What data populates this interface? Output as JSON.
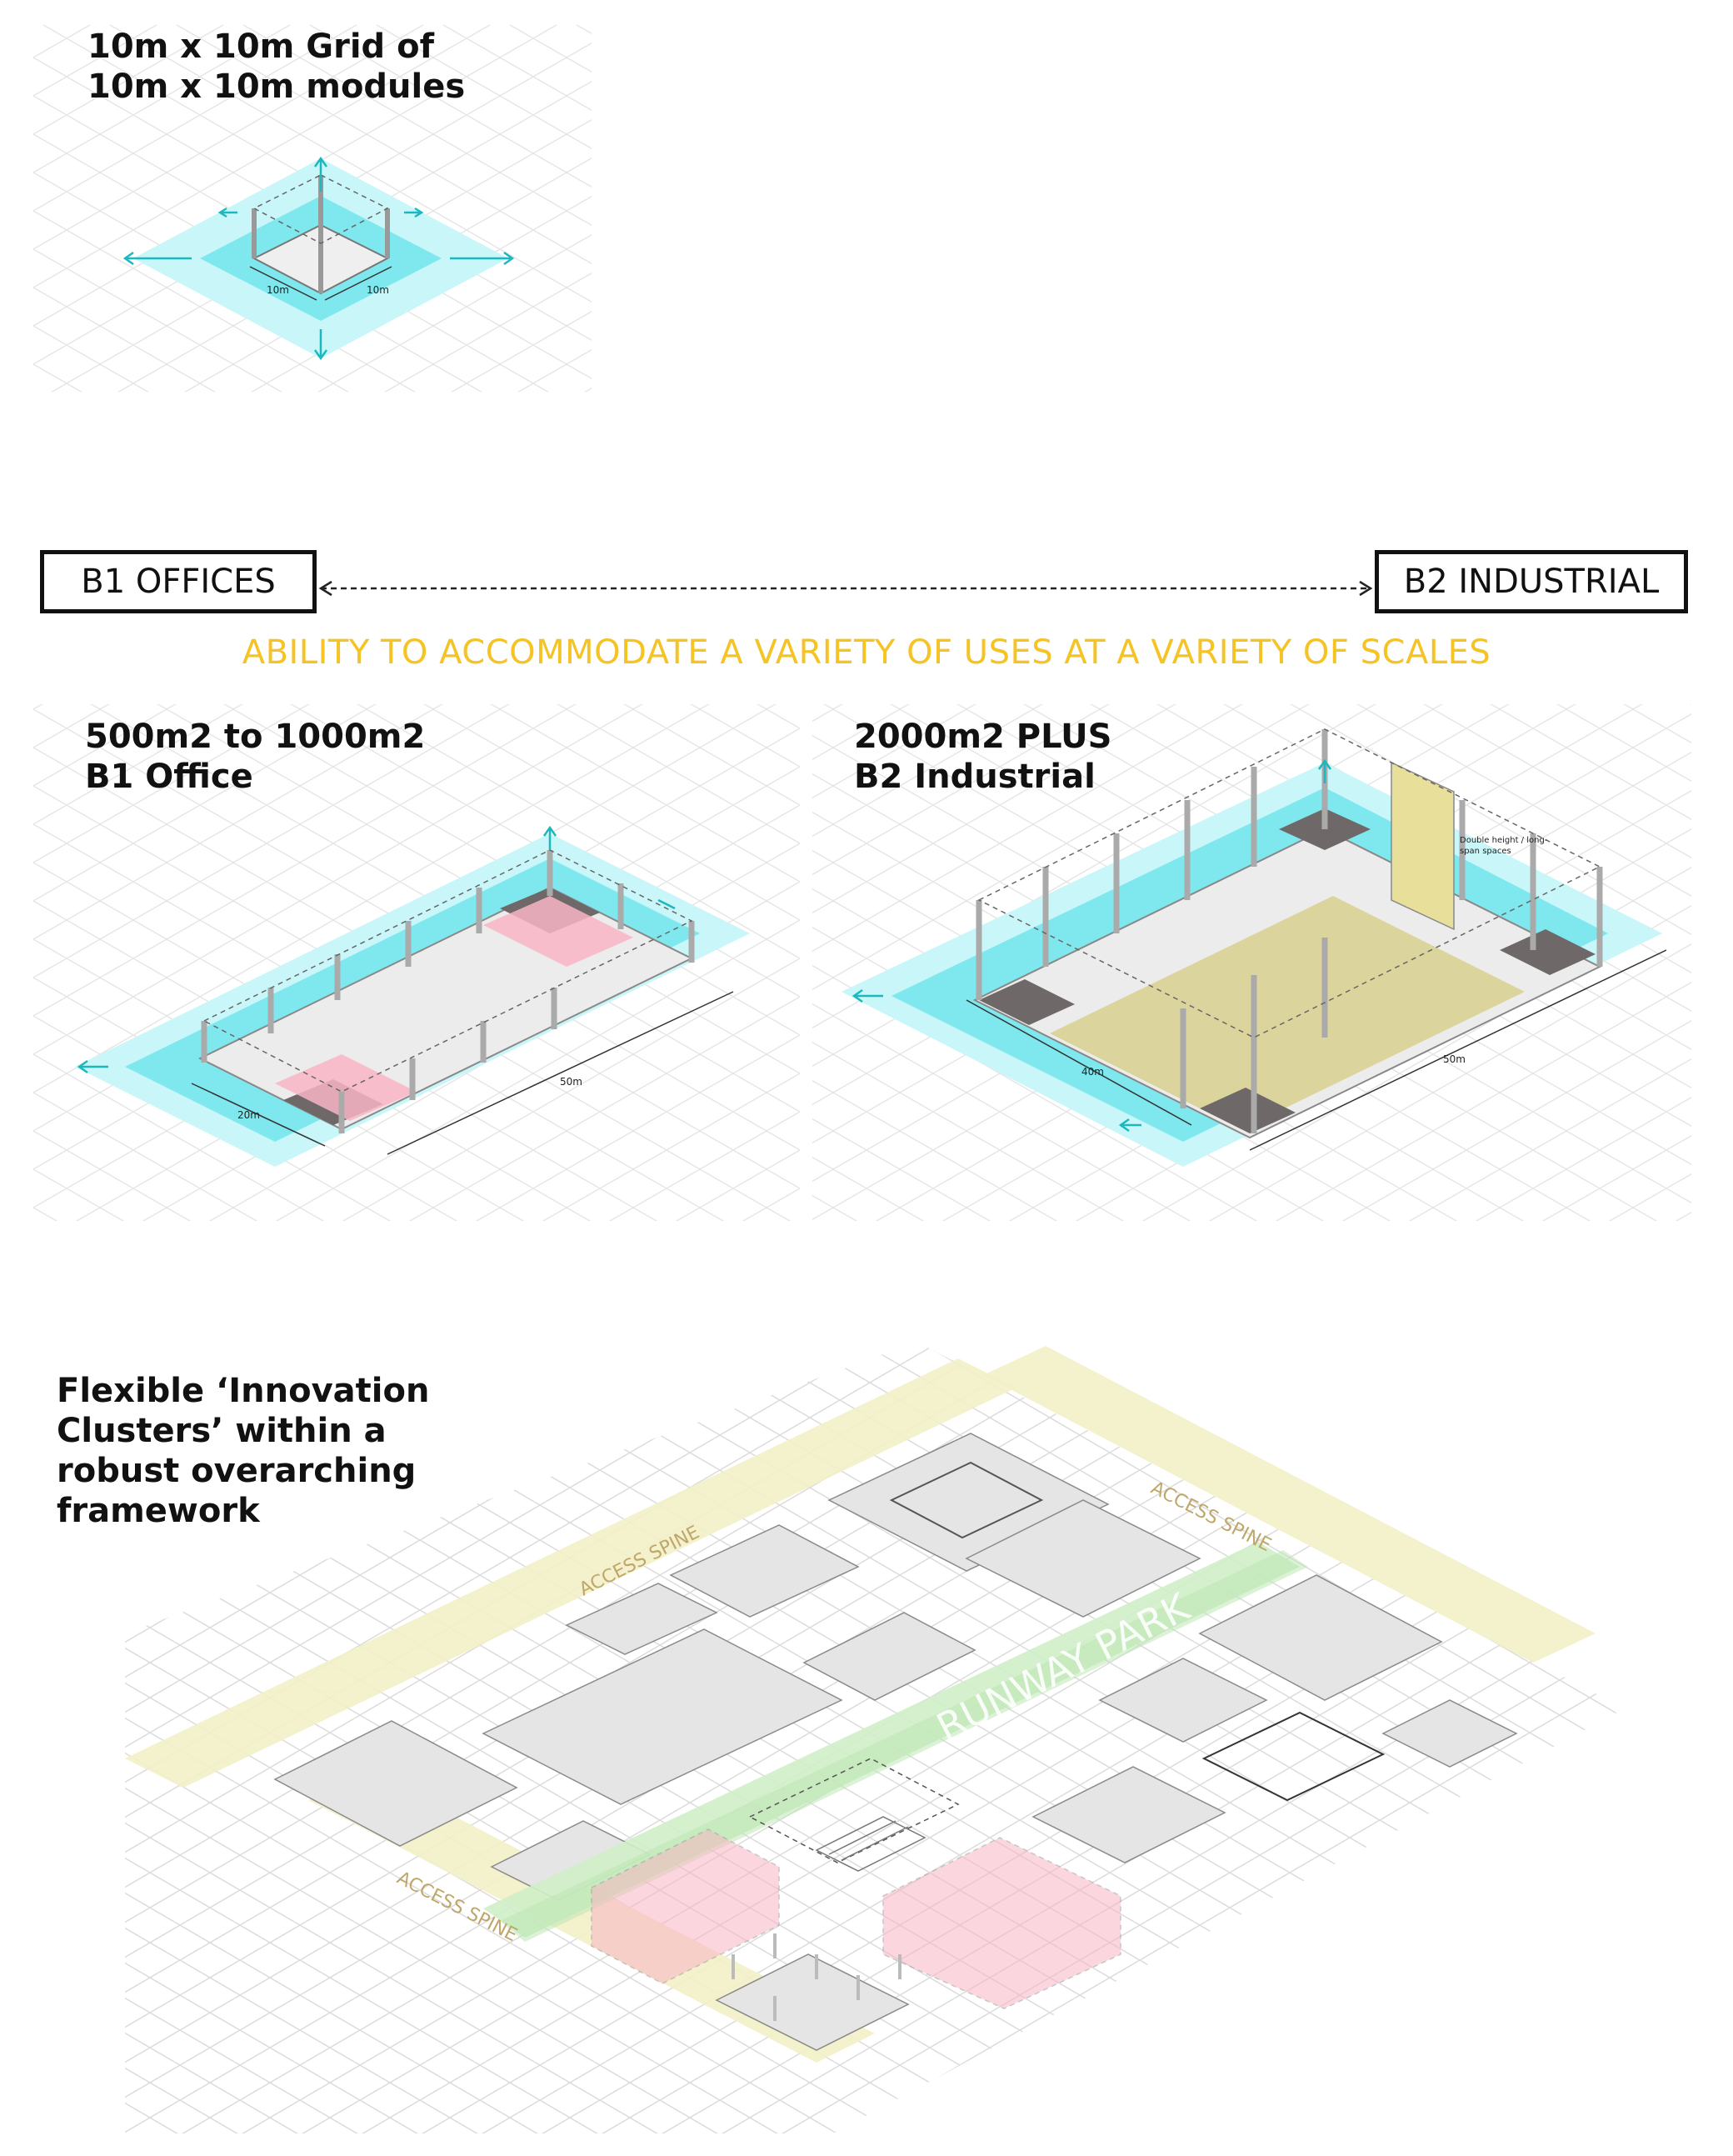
{
  "panel1": {
    "title_line1": "10m x 10m Grid of",
    "title_line2": "10m x 10m modules",
    "dim_a": "10m",
    "dim_b": "10m"
  },
  "range": {
    "left_label": "B1 OFFICES",
    "right_label": "B2 INDUSTRIAL",
    "tagline": "ABILITY TO ACCOMMODATE A VARIETY OF USES AT A VARIETY OF SCALES"
  },
  "panel2": {
    "title_line1": "500m2 to 1000m2",
    "title_line2": "B1 Office",
    "dim_short": "20m",
    "dim_long": "50m"
  },
  "panel3": {
    "title_line1": "2000m2 PLUS",
    "title_line2": "B2 Industrial",
    "dim_short": "40m",
    "dim_long": "50m",
    "note": "Double height / long-span spaces"
  },
  "panel4": {
    "title_lines": [
      "Flexible ‘Innovation",
      "Clusters’ within a",
      "robust overarching",
      "framework"
    ],
    "spine_label": "ACCESS SPINE",
    "park_label": "RUNWAY PARK"
  },
  "colors": {
    "cyan": "#7ee8ee",
    "cyan_light": "#c9f6f8",
    "gold": "#f5c324",
    "pink": "#f9b5c4",
    "khaki": "#d9d08f",
    "green": "#cfeec8",
    "spine": "#f3efc8"
  }
}
